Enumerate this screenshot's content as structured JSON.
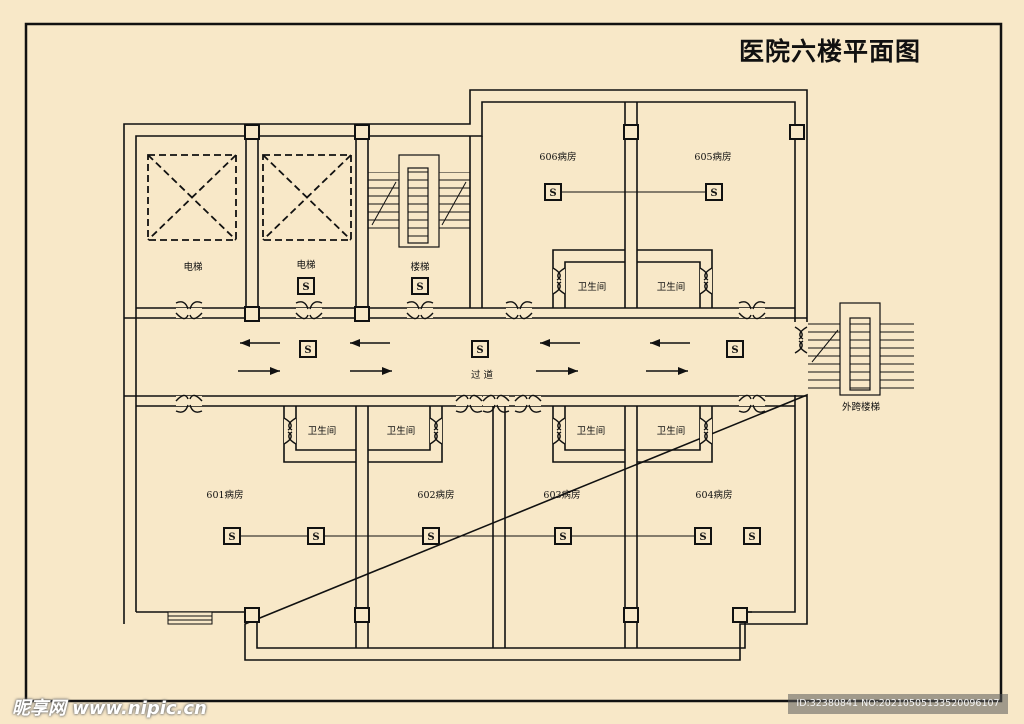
{
  "title": "医院六楼平面图",
  "rooms": {
    "elevator_1": "电梯",
    "elevator_2": "电梯",
    "stairs": "楼梯",
    "room_606": "606病房",
    "room_605": "605病房",
    "bath_606": "卫生间",
    "bath_605": "卫生间",
    "bath_601": "卫生间",
    "bath_602": "卫生间",
    "bath_603": "卫生间",
    "bath_604": "卫生间",
    "room_601": "601病房",
    "room_602": "602病房",
    "room_603": "603病房",
    "room_604": "604病房",
    "corridor": "过  道",
    "external_stairs": "外跨楼梯"
  },
  "switch_symbol": "S",
  "colors": {
    "background": "#f8e8c8",
    "line": "#111111"
  },
  "watermark": {
    "left": "昵享网 www.nipic.cn",
    "right": "ID:32380841 NO:20210505133520096107"
  }
}
